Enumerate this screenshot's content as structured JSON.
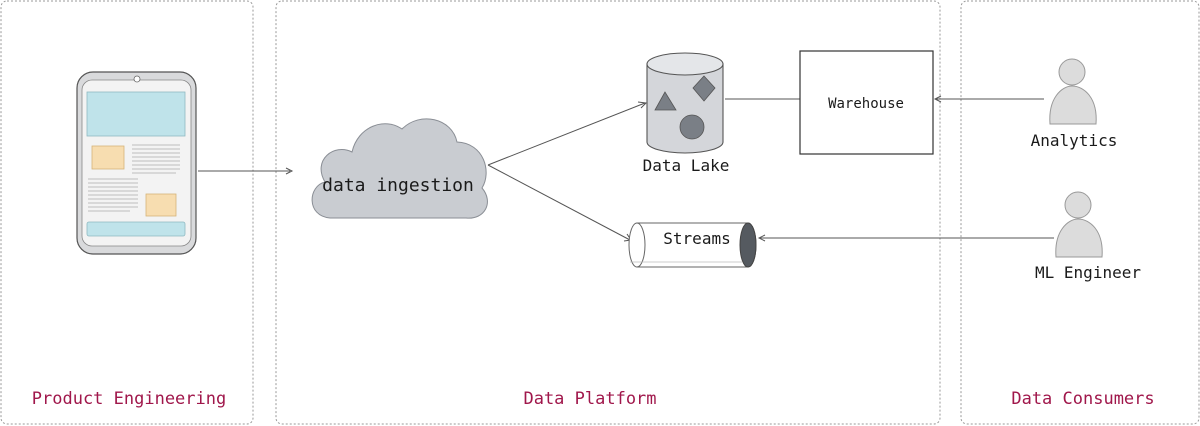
{
  "sections": {
    "product_engineering": "Product Engineering",
    "data_platform": "Data Platform",
    "data_consumers": "Data Consumers"
  },
  "nodes": {
    "ingestion": "data ingestion",
    "data_lake": "Data Lake",
    "warehouse": "Warehouse",
    "streams": "Streams",
    "analytics": "Analytics",
    "ml_engineer": "ML Engineer"
  },
  "colors": {
    "section_title": "#a0174b",
    "cloud_fill": "#c9ccd1",
    "lake_fill": "#d4d6da",
    "shape_fill": "#7a7f86",
    "person_fill": "#dcdcdc",
    "phone_block_blue": "#bfe3ea",
    "phone_block_yellow": "#f7ddb0"
  },
  "icons": [
    "phone-icon",
    "cloud-icon",
    "database-icon",
    "pipe-icon",
    "user-icon"
  ]
}
